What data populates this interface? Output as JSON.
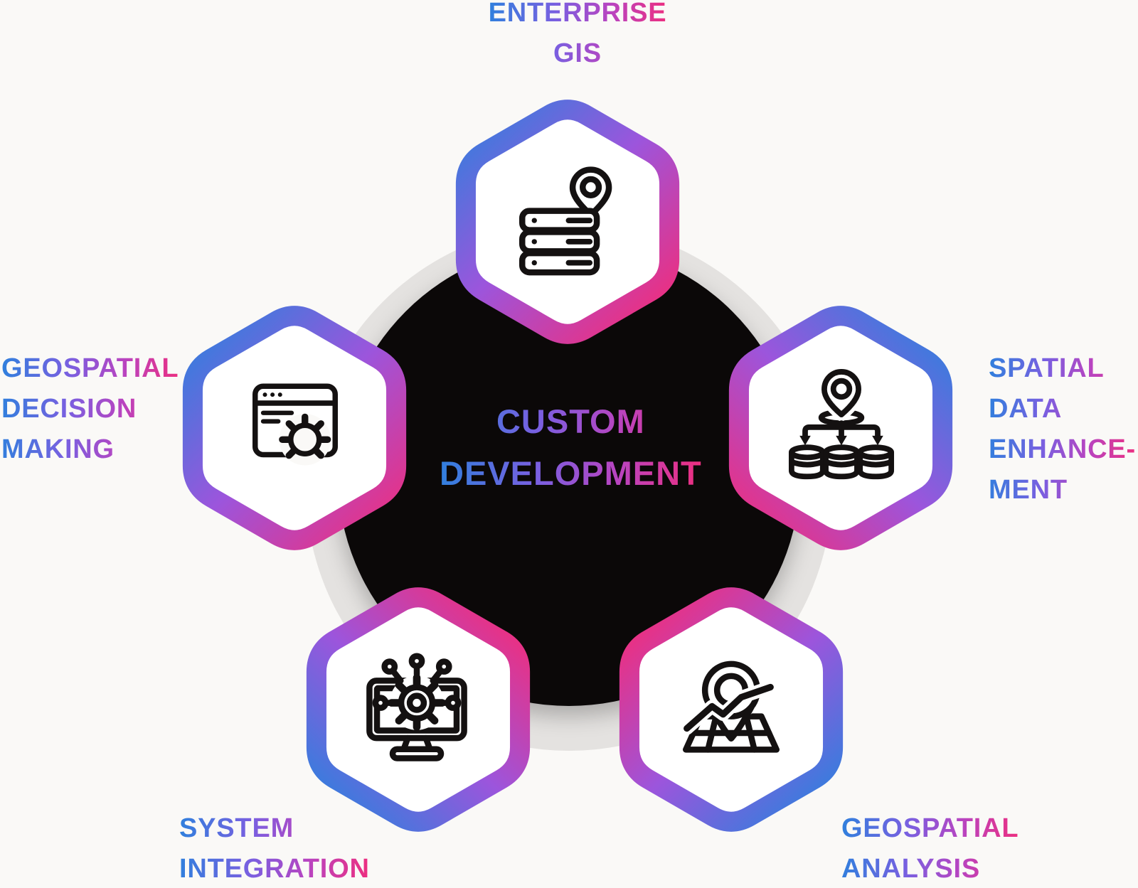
{
  "diagram": {
    "center": {
      "line1": "CUSTOM",
      "line2": "DEVELOPMENT"
    },
    "nodes": [
      {
        "id": "enterprise-gis",
        "position": "top",
        "icon": "server-location-pin-icon",
        "lines": [
          "ENTERPRISE",
          "GIS"
        ]
      },
      {
        "id": "spatial-data-enhancement",
        "position": "right",
        "icon": "location-pin-databases-icon",
        "lines": [
          "SPATIAL",
          "DATA",
          "ENHANCE-",
          "MENT"
        ]
      },
      {
        "id": "geospatial-analysis",
        "position": "bottom-right",
        "icon": "map-pin-trendline-icon",
        "lines": [
          "GEOSPATIAL",
          "ANALYSIS"
        ]
      },
      {
        "id": "system-integration",
        "position": "bottom-left",
        "icon": "monitor-gear-network-icon",
        "lines": [
          "SYSTEM",
          "INTEGRATION"
        ]
      },
      {
        "id": "geospatial-decision-making",
        "position": "left",
        "icon": "browser-gear-icon",
        "lines": [
          "GEOSPATIAL",
          "DECISION",
          "MAKING"
        ]
      }
    ],
    "colors": {
      "gradient_blue": "#2f80dd",
      "gradient_purple": "#8a5ce4",
      "gradient_magenta": "#cc3aae",
      "gradient_pink": "#ee2e7e",
      "circle_black": "#0b0808",
      "ring_gray": "#e4e2e0",
      "background": "#faf9f7",
      "icon_stroke": "#141111"
    }
  }
}
